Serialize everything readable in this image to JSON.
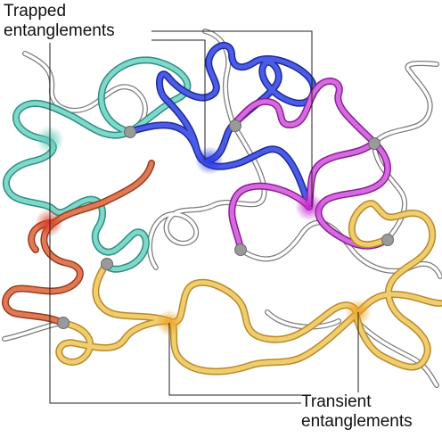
{
  "labels": {
    "trapped_line1": "Trapped",
    "trapped_line2": "entanglements",
    "transient_line1": "Transient",
    "transient_line2": "entanglements"
  },
  "colors": {
    "gray_chain": "#bdbdbd",
    "teal_chain": "#5ec9b8",
    "blue_chain": "#3d4fd6",
    "magenta_chain": "#c44cd0",
    "orange_chain": "#d8643f",
    "yellow_chain": "#e7bd56",
    "crosslink": "#9a9a9a",
    "leader_line": "#222222"
  }
}
